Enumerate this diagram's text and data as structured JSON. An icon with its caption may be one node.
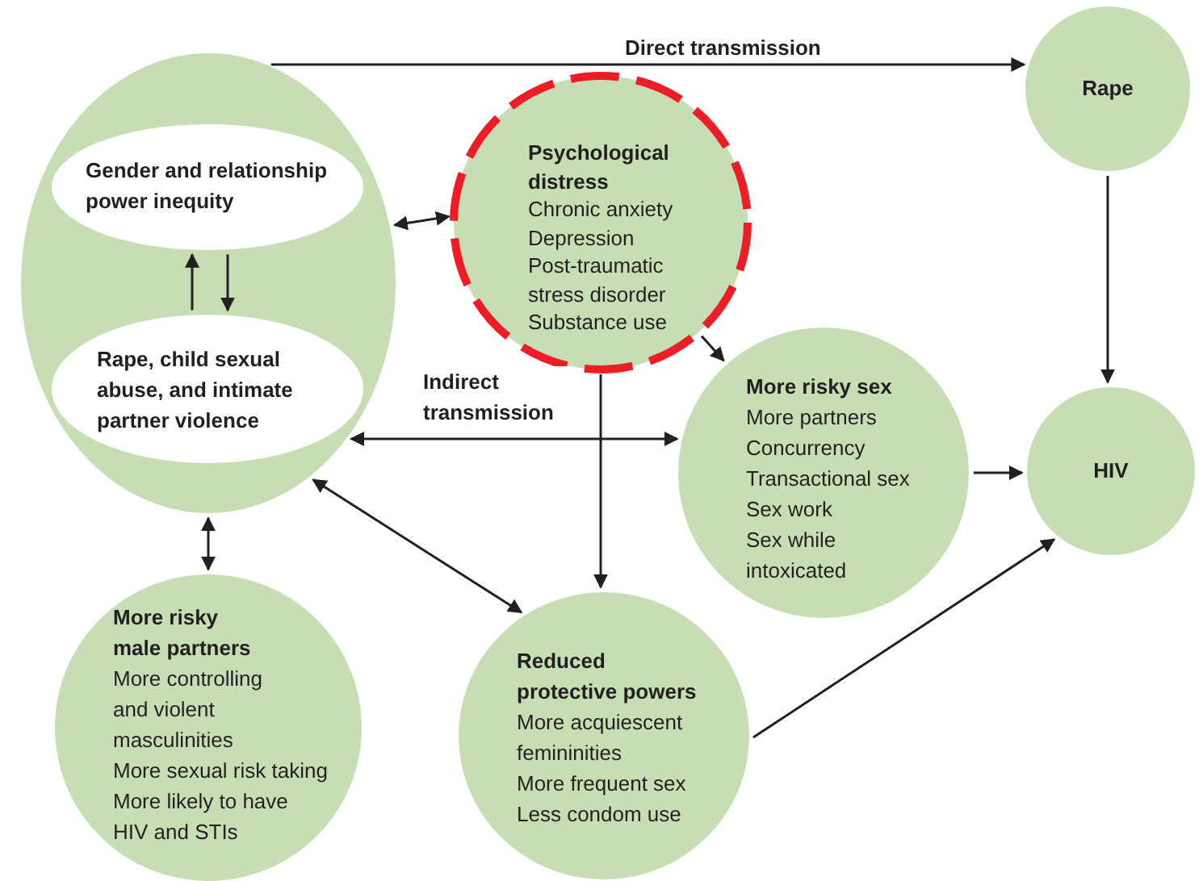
{
  "diagram": {
    "nodes": [
      {
        "text": [],
        "shape": "ellipse"
      },
      {
        "text": [
          "Gender and relationship power inequity"
        ],
        "in": 0
      },
      {
        "text": [
          "Rape, child sexual abuse, and intimate partner violence"
        ],
        "in": 0
      },
      {
        "text": [
          "Psychological distress",
          "Chronic anxiety",
          "Depression",
          "Post-traumatic stress disorder",
          "Substance use"
        ]
      },
      {
        "text": [
          "Rape"
        ]
      },
      {
        "text": [
          "More risky sex",
          "More partners",
          "Concurrency",
          "Transactional sex",
          "Sex work",
          "Sex while intoxicated"
        ]
      },
      {
        "text": [
          "HIV"
        ]
      },
      {
        "text": [
          "More risky male partners",
          "More controlling and violent masculinities",
          "More sexual risk taking",
          "More likely to have HIV and STIs"
        ]
      },
      {
        "text": [
          "Reduced protective powers",
          "More acquiescent femininities",
          "More frequent sex",
          "Less condom use"
        ]
      }
    ],
    "edges": [
      {
        "from": 0,
        "to": 4,
        "arrow": "to",
        "label": "Direct transmission"
      },
      {
        "from": 2,
        "to": 1,
        "arrow": "to"
      },
      {
        "from": 1,
        "to": 2,
        "arrow": "to"
      },
      {
        "from": 0,
        "to": 3,
        "arrow": "both"
      },
      {
        "from": 0,
        "to": 5,
        "arrow": "both",
        "label": "Indirect transmission"
      },
      {
        "from": 3,
        "to": 5,
        "arrow": "to"
      },
      {
        "from": 3,
        "to": 8,
        "arrow": "to"
      },
      {
        "from": 4,
        "to": 6,
        "arrow": "to"
      },
      {
        "from": 5,
        "to": 6,
        "arrow": "to"
      },
      {
        "from": 0,
        "to": 7,
        "arrow": "both"
      },
      {
        "from": 0,
        "to": 8,
        "arrow": "both"
      },
      {
        "from": 8,
        "to": 6,
        "arrow": "to"
      }
    ]
  }
}
